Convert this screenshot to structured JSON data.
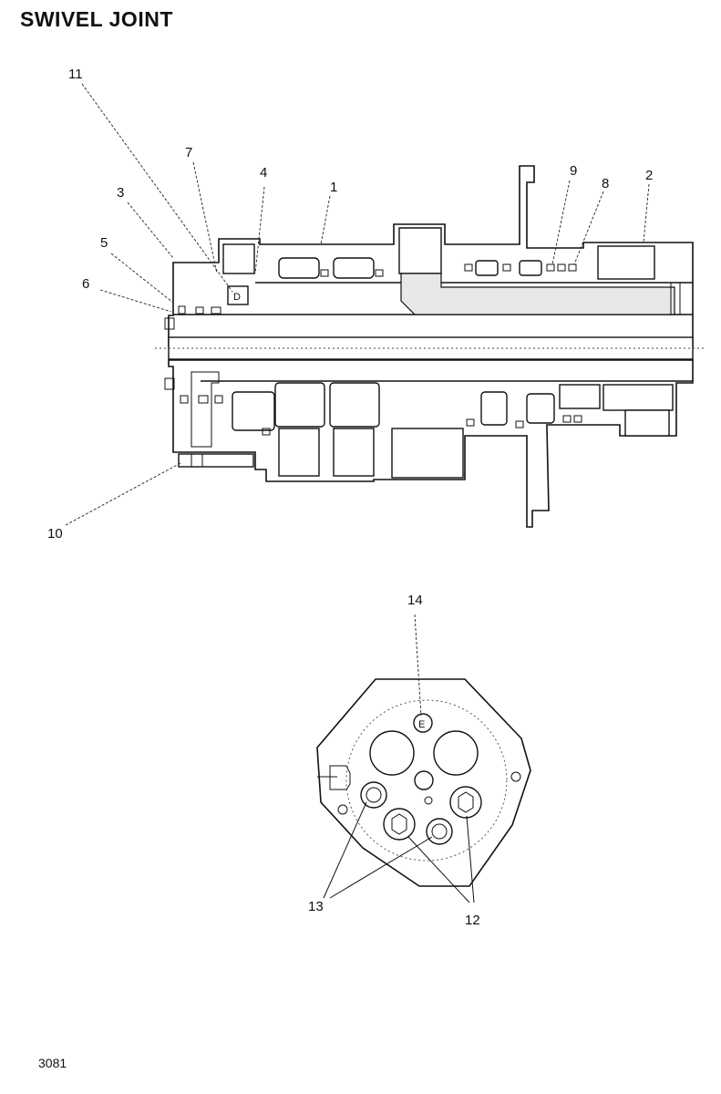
{
  "title": "SWIVEL JOINT",
  "page_code": "3081",
  "callouts": {
    "c1": "1",
    "c2": "2",
    "c3": "3",
    "c4": "4",
    "c5": "5",
    "c6": "6",
    "c7": "7",
    "c8": "8",
    "c9": "9",
    "c10": "10",
    "c11": "11",
    "c12": "12",
    "c13": "13",
    "c14": "14"
  },
  "end_view_marker": "E",
  "port_marker": "D"
}
